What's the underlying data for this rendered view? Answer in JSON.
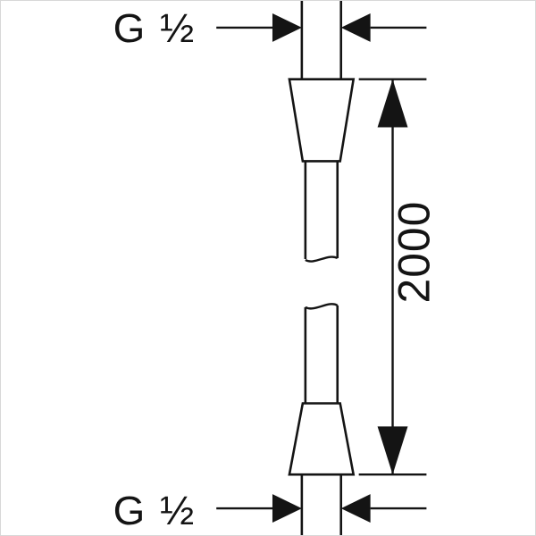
{
  "labels": {
    "top_thread": "G ½",
    "bottom_thread": "G ½",
    "length_dimension": "2000"
  },
  "colors": {
    "line": "#141414",
    "background": "#ffffff",
    "frame": "#d8d8d8"
  }
}
